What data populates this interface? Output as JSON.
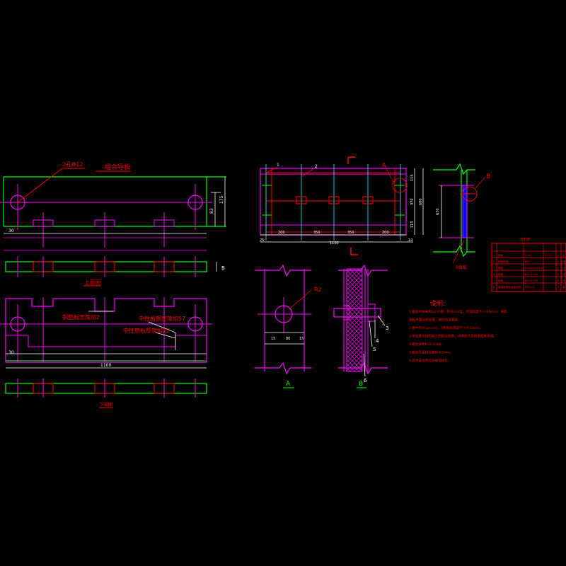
{
  "colors": {
    "background": "#000000",
    "green": "#00ff00",
    "magenta": "#ff00ff",
    "red": "#ff0000",
    "white": "#ffffff",
    "cyan": "#00ffff",
    "yellow": "#ffff00"
  },
  "left_top": {
    "callout_hole": "2孔Φ12",
    "title": "组合导板",
    "dim_right_outer": "175",
    "dim_right_inner": "83",
    "dim_left_bottom": "30",
    "section_mark": "B"
  },
  "top_view_label": "上面图",
  "left_bottom": {
    "note_1": "钢垫板宽度加2",
    "note_2": "中性板钢宽度加57",
    "note_3": "中性垫板厚度加22",
    "dim_left": "30",
    "dim_total": "1100"
  },
  "bottom_view_label": "下面图",
  "middle_top": {
    "callout_1": "1",
    "callout_2": "2",
    "callout_a": "A",
    "dims_bottom": [
      "200",
      "350",
      "350",
      "200"
    ],
    "dim_left_small": "25",
    "dim_right_small": "14",
    "dim_total": "1100",
    "dims_right": [
      "115",
      "370",
      "115"
    ],
    "dim_right_total": "600"
  },
  "right_top": {
    "callout_b": "B",
    "dim_left": "670",
    "label_bottom": "B级板"
  },
  "detail_a": {
    "callout_hole": "R2",
    "dims_bottom": [
      "15",
      "80",
      "15"
    ],
    "label": "A"
  },
  "detail_b": {
    "callouts": [
      "3",
      "4",
      "5",
      "6"
    ],
    "label": "B"
  },
  "table": {
    "title": "材料表",
    "rows": [
      [
        "1",
        "钢板",
        "1200",
        "δ=10",
        "1",
        "块"
      ],
      [
        "2",
        "钢板垫板",
        "600",
        "",
        "1",
        "块"
      ],
      [
        "3",
        "钢板",
        "2000x50  δ=10",
        "",
        "4",
        "块"
      ],
      [
        "4",
        "钢板",
        "600  δ=10",
        "",
        "4",
        "块"
      ],
      [
        "5",
        "钢板",
        "600  δ=10",
        "",
        "4",
        "块"
      ],
      [
        "6",
        "高强度螺栓连接组件",
        "M20x70",
        "",
        "4",
        "套"
      ]
    ]
  },
  "notes": {
    "title": "说明:",
    "lines": [
      "1.钢板材质采用Q235钢，焊条E43型，焊缝高度不小于6mm，满焊。",
      "  钢板表面除锈处理，刷防锈漆两遍。",
      "2.图中尺寸以mm计，T形钢板厚度不小于10mm。",
      "3.本图需与结构施工图配合使用，详细做法见相关图集说明。",
      "4.螺栓采用M12.8.8级。",
      "5.螺栓孔直径比螺栓大2mm。",
      "6.其余未注明处按规范执行。"
    ]
  }
}
